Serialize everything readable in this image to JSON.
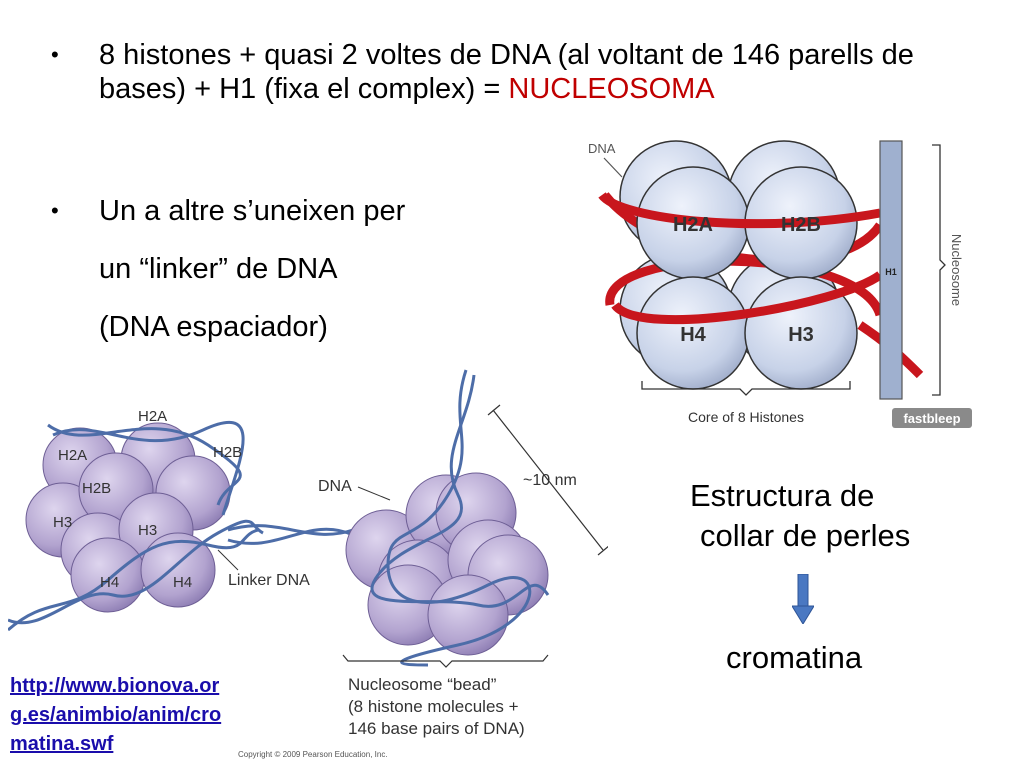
{
  "bullets": {
    "b1_part1": "8 histones + quasi 2 voltes de DNA (al voltant de 146 parells de bases) + H1 (fixa el complex) = ",
    "b1_red": "NUCLEOSOMA",
    "b2_line1": "Un a altre s’uneixen per",
    "b2_line2": "un “linker” de DNA",
    "b2_line3": "(DNA espaciador)",
    "dot": "•"
  },
  "right_diagram": {
    "dna_label": "DNA",
    "histones": [
      "H2A",
      "H2B",
      "H4",
      "H3"
    ],
    "h1_label": "H1",
    "side_label": "Nucleosome",
    "core_label": "Core of 8 Histones",
    "watermark": "fastbleep"
  },
  "left_diagram": {
    "histones": [
      "H2A",
      "H2A",
      "H2B",
      "H2B",
      "H3",
      "H3",
      "H4",
      "H4"
    ],
    "dna_label": "DNA",
    "size_label": "~10 nm",
    "linker_label": "Linker DNA",
    "bead_line1": "Nucleosome “bead”",
    "bead_line2": "(8 histone molecules +",
    "bead_line3": "146 base pairs of DNA)",
    "copyright": "Copyright © 2009 Pearson Education, Inc."
  },
  "right_text": {
    "line1": "Estructura de",
    "line2": "collar de perles",
    "result": "cromatina"
  },
  "link": {
    "line1": "http://www.bionova.or",
    "line2": "g.es/animbio/anim/cro",
    "line3": "matina.swf"
  },
  "colors": {
    "accent_red": "#c00000",
    "histone_blue": "#c7d2e8",
    "histone_purple": "#b2a3cf",
    "dna_red": "#c8161d",
    "arrow_blue": "#4a78c2"
  }
}
